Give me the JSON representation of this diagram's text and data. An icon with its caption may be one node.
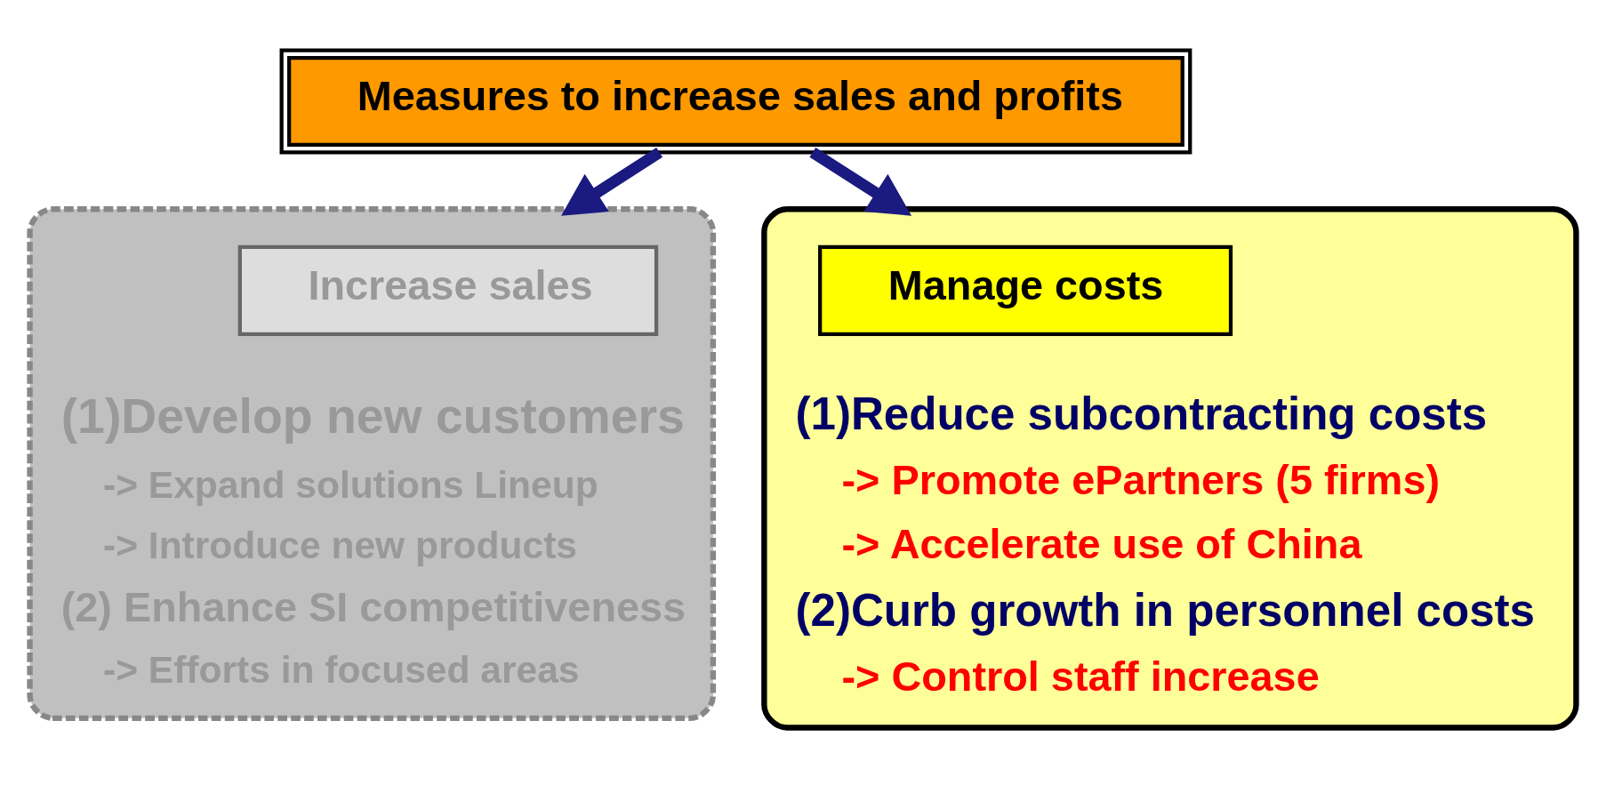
{
  "diagram": {
    "nodes": [
      {
        "text": [
          "Measures to increase sales and profits"
        ]
      },
      {
        "text": [
          "(1)Develop new customers",
          "-> Expand solutions Lineup",
          "-> Introduce new products",
          "(2) Enhance SI competitiveness",
          "-> Efforts in focused areas"
        ]
      },
      {
        "text": [
          "Increase sales"
        ],
        "in": 1
      },
      {
        "text": [
          "(1)Reduce subcontracting costs",
          "-> Promote ePartners (5 firms)",
          "-> Accelerate use of China",
          "(2)Curb growth in personnel costs",
          "-> Control staff increase"
        ]
      },
      {
        "text": [
          "Manage costs"
        ],
        "in": 3
      }
    ],
    "edges": [
      {
        "from": 0,
        "to": 1,
        "arrow": "to"
      },
      {
        "from": 0,
        "to": 3,
        "arrow": "to"
      }
    ]
  }
}
